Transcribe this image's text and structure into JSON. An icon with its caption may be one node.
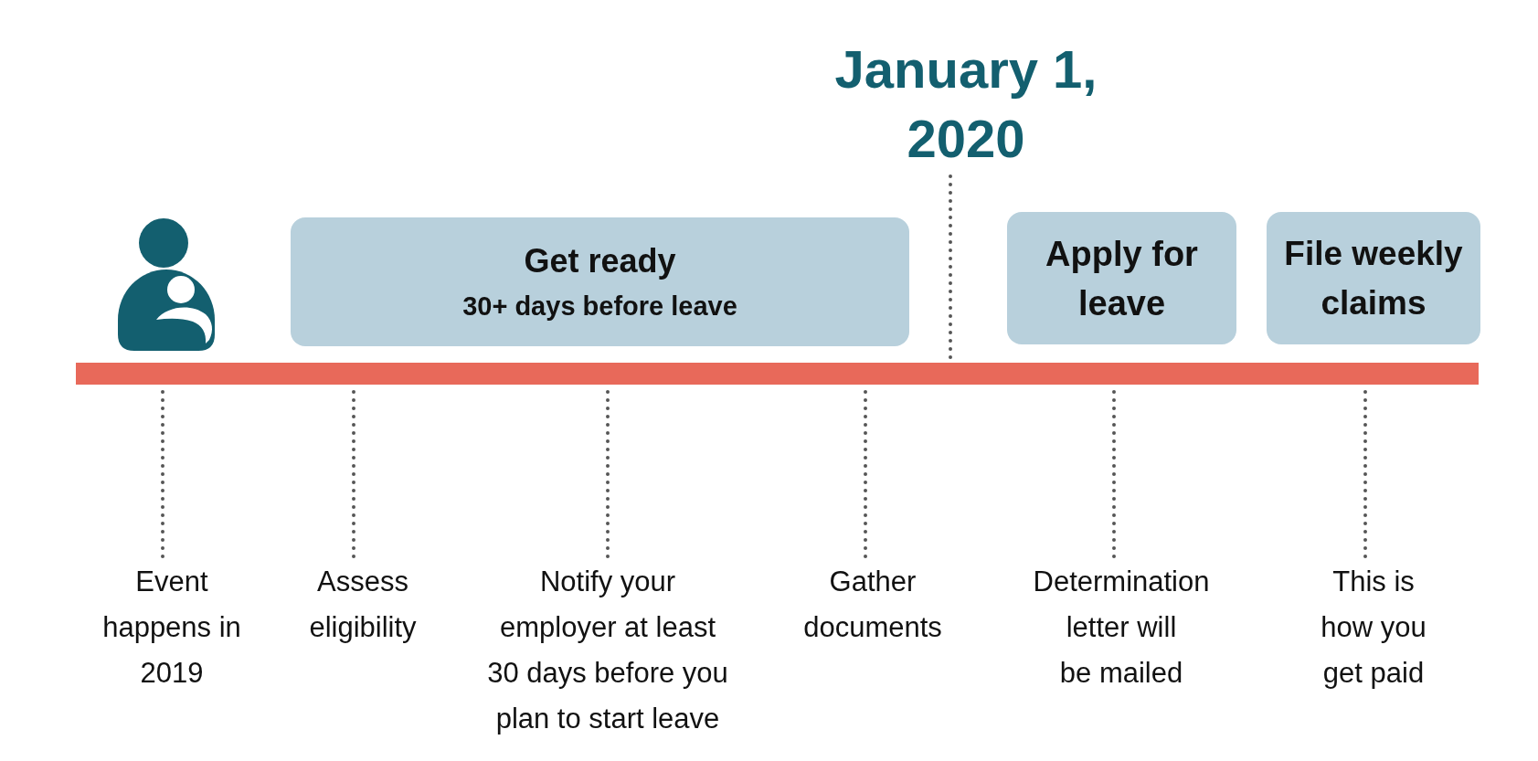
{
  "diagram": {
    "nodes": [
      {
        "text": [
          "January 1, 2020"
        ]
      },
      {
        "text": [],
        "shape": "person"
      },
      {
        "text": [
          "Get ready",
          "30+ days before leave"
        ]
      },
      {
        "text": [
          "Apply for leave"
        ]
      },
      {
        "text": [
          "File weekly claims"
        ]
      },
      {
        "text": [],
        "shape": "bar"
      },
      {
        "text": [
          "Event happens in 2019"
        ]
      },
      {
        "text": [
          "Assess eligibility"
        ]
      },
      {
        "text": [
          "Notify your employer at least 30 days before you plan to start leave"
        ]
      },
      {
        "text": [
          "Gather documents"
        ]
      },
      {
        "text": [
          "Determination letter will be mailed"
        ]
      },
      {
        "text": [
          "This is how you get paid"
        ]
      }
    ],
    "edges": [
      {
        "from": 0,
        "to": 5,
        "arrow": "none",
        "style": "dashed"
      },
      {
        "from": 6,
        "to": 5,
        "arrow": "none",
        "style": "dashed"
      },
      {
        "from": 7,
        "to": 5,
        "arrow": "none",
        "style": "dashed"
      },
      {
        "from": 8,
        "to": 5,
        "arrow": "none",
        "style": "dashed"
      },
      {
        "from": 9,
        "to": 5,
        "arrow": "none",
        "style": "dashed"
      },
      {
        "from": 10,
        "to": 5,
        "arrow": "none",
        "style": "dashed"
      },
      {
        "from": 11,
        "to": 5,
        "arrow": "none",
        "style": "dashed"
      }
    ]
  }
}
